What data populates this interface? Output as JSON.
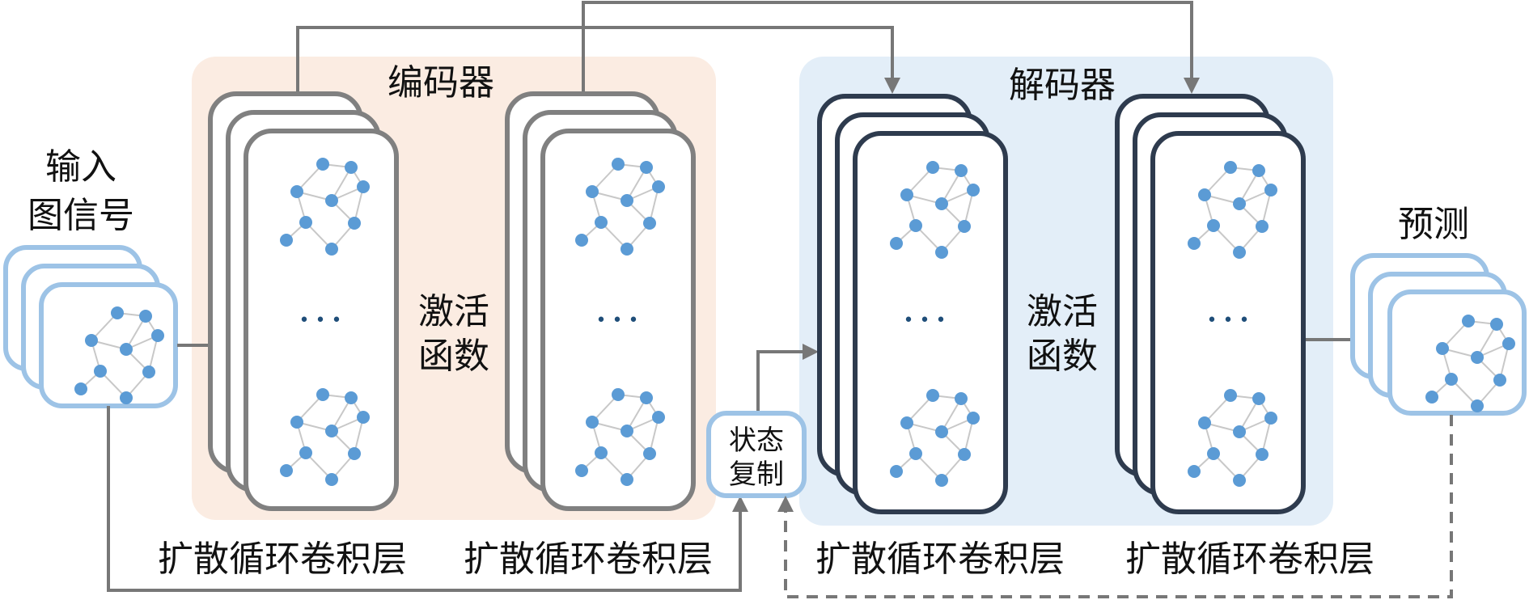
{
  "colors": {
    "encoder_bg": "#fbece2",
    "decoder_bg": "#e3eef8",
    "encoder_card_border": "#808080",
    "decoder_card_border": "#2e3b4e",
    "signal_card_border": "#9dc3e6",
    "node": "#5b9bd5",
    "edge": "#c8c8c8",
    "connector": "#777777",
    "dots": "#1f4e79"
  },
  "input": {
    "label_line1": "输入",
    "label_line2": "图信号"
  },
  "encoder": {
    "title": "编码器",
    "activation_line1": "激活",
    "activation_line2": "函数",
    "layers": [
      {
        "label": "扩散循环卷积层"
      },
      {
        "label": "扩散循环卷积层"
      }
    ]
  },
  "state_copy": {
    "label_line1": "状态",
    "label_line2": "复制"
  },
  "decoder": {
    "title": "解码器",
    "activation_line1": "激活",
    "activation_line2": "函数",
    "layers": [
      {
        "label": "扩散循环卷积层"
      },
      {
        "label": "扩散循环卷积层"
      }
    ]
  },
  "output": {
    "label": "预测"
  },
  "ellipsis": "• • •"
}
